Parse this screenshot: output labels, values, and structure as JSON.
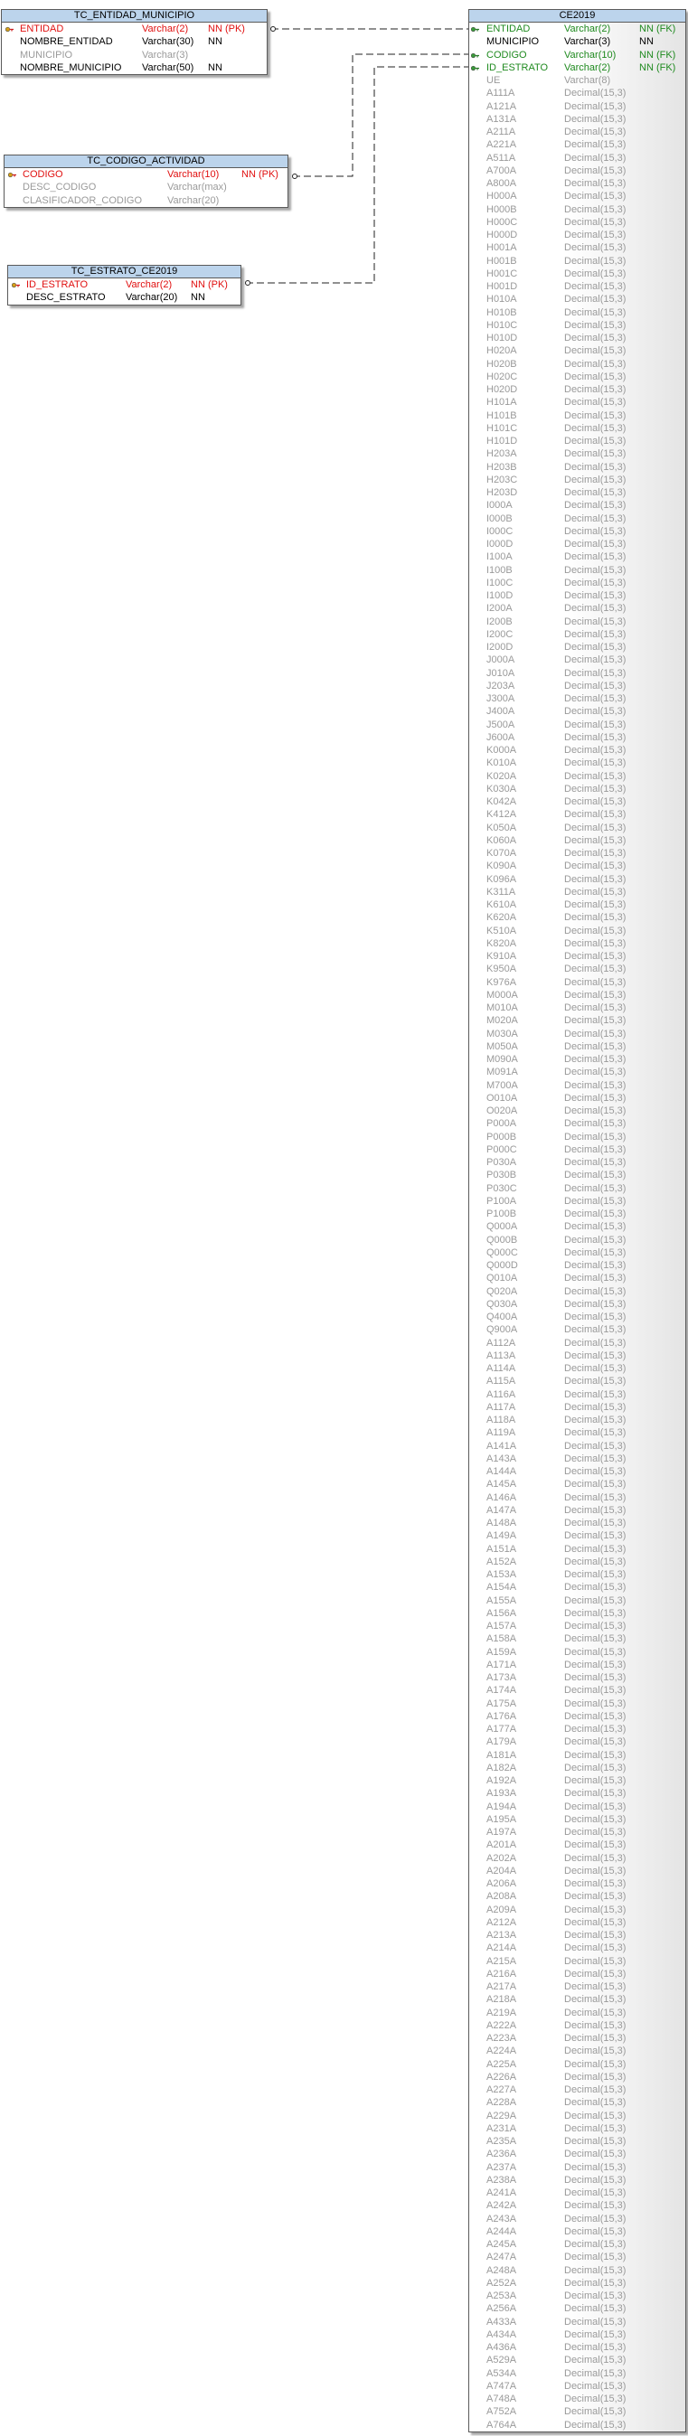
{
  "colors": {
    "pk": "#e01010",
    "fk": "#1f8a1f",
    "nn": "#000000",
    "nullable": "#9a9a9a",
    "header": "#bcd4ec"
  },
  "tables": {
    "entidad_municipio": {
      "name": "TC_ENTIDAD_MUNICIPIO",
      "columns": [
        {
          "name": "ENTIDAD",
          "type": "Varchar(2)",
          "flags": "NN  (PK)",
          "kind": "pk"
        },
        {
          "name": "NOMBRE_ENTIDAD",
          "type": "Varchar(30)",
          "flags": "NN",
          "kind": "nn"
        },
        {
          "name": "MUNICIPIO",
          "type": "Varchar(3)",
          "flags": "",
          "kind": "gray"
        },
        {
          "name": "NOMBRE_MUNICIPIO",
          "type": "Varchar(50)",
          "flags": "NN",
          "kind": "nn"
        }
      ]
    },
    "codigo_actividad": {
      "name": "TC_CODIGO_ACTIVIDAD",
      "columns": [
        {
          "name": "CODIGO",
          "type": "Varchar(10)",
          "flags": "NN  (PK)",
          "kind": "pk"
        },
        {
          "name": "DESC_CODIGO",
          "type": "Varchar(max)",
          "flags": "",
          "kind": "gray"
        },
        {
          "name": "CLASIFICADOR_CODIGO",
          "type": "Varchar(20)",
          "flags": "",
          "kind": "gray"
        }
      ]
    },
    "estrato": {
      "name": "TC_ESTRATO_CE2019",
      "columns": [
        {
          "name": "ID_ESTRATO",
          "type": "Varchar(2)",
          "flags": "NN  (PK)",
          "kind": "pk"
        },
        {
          "name": "DESC_ESTRATO",
          "type": "Varchar(20)",
          "flags": "NN",
          "kind": "nn"
        }
      ]
    },
    "ce2019": {
      "name": "CE2019",
      "columns": [
        {
          "name": "ENTIDAD",
          "type": "Varchar(2)",
          "flags": "NN  (FK)",
          "kind": "fk"
        },
        {
          "name": "MUNICIPIO",
          "type": "Varchar(3)",
          "flags": "NN",
          "kind": "nn"
        },
        {
          "name": "CODIGO",
          "type": "Varchar(10)",
          "flags": "NN  (FK)",
          "kind": "fk"
        },
        {
          "name": "ID_ESTRATO",
          "type": "Varchar(2)",
          "flags": "NN  (FK)",
          "kind": "fk"
        },
        {
          "name": "UE",
          "type": "Varchar(8)",
          "flags": "",
          "kind": "gray"
        },
        {
          "name": "A111A",
          "type": "Decimal(15,3)"
        },
        {
          "name": "A121A",
          "type": "Decimal(15,3)"
        },
        {
          "name": "A131A",
          "type": "Decimal(15,3)"
        },
        {
          "name": "A211A",
          "type": "Decimal(15,3)"
        },
        {
          "name": "A221A",
          "type": "Decimal(15,3)"
        },
        {
          "name": "A511A",
          "type": "Decimal(15,3)"
        },
        {
          "name": "A700A",
          "type": "Decimal(15,3)"
        },
        {
          "name": "A800A",
          "type": "Decimal(15,3)"
        },
        {
          "name": "H000A",
          "type": "Decimal(15,3)"
        },
        {
          "name": "H000B",
          "type": "Decimal(15,3)"
        },
        {
          "name": "H000C",
          "type": "Decimal(15,3)"
        },
        {
          "name": "H000D",
          "type": "Decimal(15,3)"
        },
        {
          "name": "H001A",
          "type": "Decimal(15,3)"
        },
        {
          "name": "H001B",
          "type": "Decimal(15,3)"
        },
        {
          "name": "H001C",
          "type": "Decimal(15,3)"
        },
        {
          "name": "H001D",
          "type": "Decimal(15,3)"
        },
        {
          "name": "H010A",
          "type": "Decimal(15,3)"
        },
        {
          "name": "H010B",
          "type": "Decimal(15,3)"
        },
        {
          "name": "H010C",
          "type": "Decimal(15,3)"
        },
        {
          "name": "H010D",
          "type": "Decimal(15,3)"
        },
        {
          "name": "H020A",
          "type": "Decimal(15,3)"
        },
        {
          "name": "H020B",
          "type": "Decimal(15,3)"
        },
        {
          "name": "H020C",
          "type": "Decimal(15,3)"
        },
        {
          "name": "H020D",
          "type": "Decimal(15,3)"
        },
        {
          "name": "H101A",
          "type": "Decimal(15,3)"
        },
        {
          "name": "H101B",
          "type": "Decimal(15,3)"
        },
        {
          "name": "H101C",
          "type": "Decimal(15,3)"
        },
        {
          "name": "H101D",
          "type": "Decimal(15,3)"
        },
        {
          "name": "H203A",
          "type": "Decimal(15,3)"
        },
        {
          "name": "H203B",
          "type": "Decimal(15,3)"
        },
        {
          "name": "H203C",
          "type": "Decimal(15,3)"
        },
        {
          "name": "H203D",
          "type": "Decimal(15,3)"
        },
        {
          "name": "I000A",
          "type": "Decimal(15,3)"
        },
        {
          "name": "I000B",
          "type": "Decimal(15,3)"
        },
        {
          "name": "I000C",
          "type": "Decimal(15,3)"
        },
        {
          "name": "I000D",
          "type": "Decimal(15,3)"
        },
        {
          "name": "I100A",
          "type": "Decimal(15,3)"
        },
        {
          "name": "I100B",
          "type": "Decimal(15,3)"
        },
        {
          "name": "I100C",
          "type": "Decimal(15,3)"
        },
        {
          "name": "I100D",
          "type": "Decimal(15,3)"
        },
        {
          "name": "I200A",
          "type": "Decimal(15,3)"
        },
        {
          "name": "I200B",
          "type": "Decimal(15,3)"
        },
        {
          "name": "I200C",
          "type": "Decimal(15,3)"
        },
        {
          "name": "I200D",
          "type": "Decimal(15,3)"
        },
        {
          "name": "J000A",
          "type": "Decimal(15,3)"
        },
        {
          "name": "J010A",
          "type": "Decimal(15,3)"
        },
        {
          "name": "J203A",
          "type": "Decimal(15,3)"
        },
        {
          "name": "J300A",
          "type": "Decimal(15,3)"
        },
        {
          "name": "J400A",
          "type": "Decimal(15,3)"
        },
        {
          "name": "J500A",
          "type": "Decimal(15,3)"
        },
        {
          "name": "J600A",
          "type": "Decimal(15,3)"
        },
        {
          "name": "K000A",
          "type": "Decimal(15,3)"
        },
        {
          "name": "K010A",
          "type": "Decimal(15,3)"
        },
        {
          "name": "K020A",
          "type": "Decimal(15,3)"
        },
        {
          "name": "K030A",
          "type": "Decimal(15,3)"
        },
        {
          "name": "K042A",
          "type": "Decimal(15,3)"
        },
        {
          "name": "K412A",
          "type": "Decimal(15,3)"
        },
        {
          "name": "K050A",
          "type": "Decimal(15,3)"
        },
        {
          "name": "K060A",
          "type": "Decimal(15,3)"
        },
        {
          "name": "K070A",
          "type": "Decimal(15,3)"
        },
        {
          "name": "K090A",
          "type": "Decimal(15,3)"
        },
        {
          "name": "K096A",
          "type": "Decimal(15,3)"
        },
        {
          "name": "K311A",
          "type": "Decimal(15,3)"
        },
        {
          "name": "K610A",
          "type": "Decimal(15,3)"
        },
        {
          "name": "K620A",
          "type": "Decimal(15,3)"
        },
        {
          "name": "K510A",
          "type": "Decimal(15,3)"
        },
        {
          "name": "K820A",
          "type": "Decimal(15,3)"
        },
        {
          "name": "K910A",
          "type": "Decimal(15,3)"
        },
        {
          "name": "K950A",
          "type": "Decimal(15,3)"
        },
        {
          "name": "K976A",
          "type": "Decimal(15,3)"
        },
        {
          "name": "M000A",
          "type": "Decimal(15,3)"
        },
        {
          "name": "M010A",
          "type": "Decimal(15,3)"
        },
        {
          "name": "M020A",
          "type": "Decimal(15,3)"
        },
        {
          "name": "M030A",
          "type": "Decimal(15,3)"
        },
        {
          "name": "M050A",
          "type": "Decimal(15,3)"
        },
        {
          "name": "M090A",
          "type": "Decimal(15,3)"
        },
        {
          "name": "M091A",
          "type": "Decimal(15,3)"
        },
        {
          "name": "M700A",
          "type": "Decimal(15,3)"
        },
        {
          "name": "O010A",
          "type": "Decimal(15,3)"
        },
        {
          "name": "O020A",
          "type": "Decimal(15,3)"
        },
        {
          "name": "P000A",
          "type": "Decimal(15,3)"
        },
        {
          "name": "P000B",
          "type": "Decimal(15,3)"
        },
        {
          "name": "P000C",
          "type": "Decimal(15,3)"
        },
        {
          "name": "P030A",
          "type": "Decimal(15,3)"
        },
        {
          "name": "P030B",
          "type": "Decimal(15,3)"
        },
        {
          "name": "P030C",
          "type": "Decimal(15,3)"
        },
        {
          "name": "P100A",
          "type": "Decimal(15,3)"
        },
        {
          "name": "P100B",
          "type": "Decimal(15,3)"
        },
        {
          "name": "Q000A",
          "type": "Decimal(15,3)"
        },
        {
          "name": "Q000B",
          "type": "Decimal(15,3)"
        },
        {
          "name": "Q000C",
          "type": "Decimal(15,3)"
        },
        {
          "name": "Q000D",
          "type": "Decimal(15,3)"
        },
        {
          "name": "Q010A",
          "type": "Decimal(15,3)"
        },
        {
          "name": "Q020A",
          "type": "Decimal(15,3)"
        },
        {
          "name": "Q030A",
          "type": "Decimal(15,3)"
        },
        {
          "name": "Q400A",
          "type": "Decimal(15,3)"
        },
        {
          "name": "Q900A",
          "type": "Decimal(15,3)"
        },
        {
          "name": "A112A",
          "type": "Decimal(15,3)"
        },
        {
          "name": "A113A",
          "type": "Decimal(15,3)"
        },
        {
          "name": "A114A",
          "type": "Decimal(15,3)"
        },
        {
          "name": "A115A",
          "type": "Decimal(15,3)"
        },
        {
          "name": "A116A",
          "type": "Decimal(15,3)"
        },
        {
          "name": "A117A",
          "type": "Decimal(15,3)"
        },
        {
          "name": "A118A",
          "type": "Decimal(15,3)"
        },
        {
          "name": "A119A",
          "type": "Decimal(15,3)"
        },
        {
          "name": "A141A",
          "type": "Decimal(15,3)"
        },
        {
          "name": "A143A",
          "type": "Decimal(15,3)"
        },
        {
          "name": "A144A",
          "type": "Decimal(15,3)"
        },
        {
          "name": "A145A",
          "type": "Decimal(15,3)"
        },
        {
          "name": "A146A",
          "type": "Decimal(15,3)"
        },
        {
          "name": "A147A",
          "type": "Decimal(15,3)"
        },
        {
          "name": "A148A",
          "type": "Decimal(15,3)"
        },
        {
          "name": "A149A",
          "type": "Decimal(15,3)"
        },
        {
          "name": "A151A",
          "type": "Decimal(15,3)"
        },
        {
          "name": "A152A",
          "type": "Decimal(15,3)"
        },
        {
          "name": "A153A",
          "type": "Decimal(15,3)"
        },
        {
          "name": "A154A",
          "type": "Decimal(15,3)"
        },
        {
          "name": "A155A",
          "type": "Decimal(15,3)"
        },
        {
          "name": "A156A",
          "type": "Decimal(15,3)"
        },
        {
          "name": "A157A",
          "type": "Decimal(15,3)"
        },
        {
          "name": "A158A",
          "type": "Decimal(15,3)"
        },
        {
          "name": "A159A",
          "type": "Decimal(15,3)"
        },
        {
          "name": "A171A",
          "type": "Decimal(15,3)"
        },
        {
          "name": "A173A",
          "type": "Decimal(15,3)"
        },
        {
          "name": "A174A",
          "type": "Decimal(15,3)"
        },
        {
          "name": "A175A",
          "type": "Decimal(15,3)"
        },
        {
          "name": "A176A",
          "type": "Decimal(15,3)"
        },
        {
          "name": "A177A",
          "type": "Decimal(15,3)"
        },
        {
          "name": "A179A",
          "type": "Decimal(15,3)"
        },
        {
          "name": "A181A",
          "type": "Decimal(15,3)"
        },
        {
          "name": "A182A",
          "type": "Decimal(15,3)"
        },
        {
          "name": "A192A",
          "type": "Decimal(15,3)"
        },
        {
          "name": "A193A",
          "type": "Decimal(15,3)"
        },
        {
          "name": "A194A",
          "type": "Decimal(15,3)"
        },
        {
          "name": "A195A",
          "type": "Decimal(15,3)"
        },
        {
          "name": "A197A",
          "type": "Decimal(15,3)"
        },
        {
          "name": "A201A",
          "type": "Decimal(15,3)"
        },
        {
          "name": "A202A",
          "type": "Decimal(15,3)"
        },
        {
          "name": "A204A",
          "type": "Decimal(15,3)"
        },
        {
          "name": "A206A",
          "type": "Decimal(15,3)"
        },
        {
          "name": "A208A",
          "type": "Decimal(15,3)"
        },
        {
          "name": "A209A",
          "type": "Decimal(15,3)"
        },
        {
          "name": "A212A",
          "type": "Decimal(15,3)"
        },
        {
          "name": "A213A",
          "type": "Decimal(15,3)"
        },
        {
          "name": "A214A",
          "type": "Decimal(15,3)"
        },
        {
          "name": "A215A",
          "type": "Decimal(15,3)"
        },
        {
          "name": "A216A",
          "type": "Decimal(15,3)"
        },
        {
          "name": "A217A",
          "type": "Decimal(15,3)"
        },
        {
          "name": "A218A",
          "type": "Decimal(15,3)"
        },
        {
          "name": "A219A",
          "type": "Decimal(15,3)"
        },
        {
          "name": "A222A",
          "type": "Decimal(15,3)"
        },
        {
          "name": "A223A",
          "type": "Decimal(15,3)"
        },
        {
          "name": "A224A",
          "type": "Decimal(15,3)"
        },
        {
          "name": "A225A",
          "type": "Decimal(15,3)"
        },
        {
          "name": "A226A",
          "type": "Decimal(15,3)"
        },
        {
          "name": "A227A",
          "type": "Decimal(15,3)"
        },
        {
          "name": "A228A",
          "type": "Decimal(15,3)"
        },
        {
          "name": "A229A",
          "type": "Decimal(15,3)"
        },
        {
          "name": "A231A",
          "type": "Decimal(15,3)"
        },
        {
          "name": "A235A",
          "type": "Decimal(15,3)"
        },
        {
          "name": "A236A",
          "type": "Decimal(15,3)"
        },
        {
          "name": "A237A",
          "type": "Decimal(15,3)"
        },
        {
          "name": "A238A",
          "type": "Decimal(15,3)"
        },
        {
          "name": "A241A",
          "type": "Decimal(15,3)"
        },
        {
          "name": "A242A",
          "type": "Decimal(15,3)"
        },
        {
          "name": "A243A",
          "type": "Decimal(15,3)"
        },
        {
          "name": "A244A",
          "type": "Decimal(15,3)"
        },
        {
          "name": "A245A",
          "type": "Decimal(15,3)"
        },
        {
          "name": "A247A",
          "type": "Decimal(15,3)"
        },
        {
          "name": "A248A",
          "type": "Decimal(15,3)"
        },
        {
          "name": "A252A",
          "type": "Decimal(15,3)"
        },
        {
          "name": "A253A",
          "type": "Decimal(15,3)"
        },
        {
          "name": "A256A",
          "type": "Decimal(15,3)"
        },
        {
          "name": "A433A",
          "type": "Decimal(15,3)"
        },
        {
          "name": "A434A",
          "type": "Decimal(15,3)"
        },
        {
          "name": "A436A",
          "type": "Decimal(15,3)"
        },
        {
          "name": "A529A",
          "type": "Decimal(15,3)"
        },
        {
          "name": "A534A",
          "type": "Decimal(15,3)"
        },
        {
          "name": "A747A",
          "type": "Decimal(15,3)"
        },
        {
          "name": "A748A",
          "type": "Decimal(15,3)"
        },
        {
          "name": "A752A",
          "type": "Decimal(15,3)"
        },
        {
          "name": "A764A",
          "type": "Decimal(15,3)"
        }
      ]
    }
  }
}
